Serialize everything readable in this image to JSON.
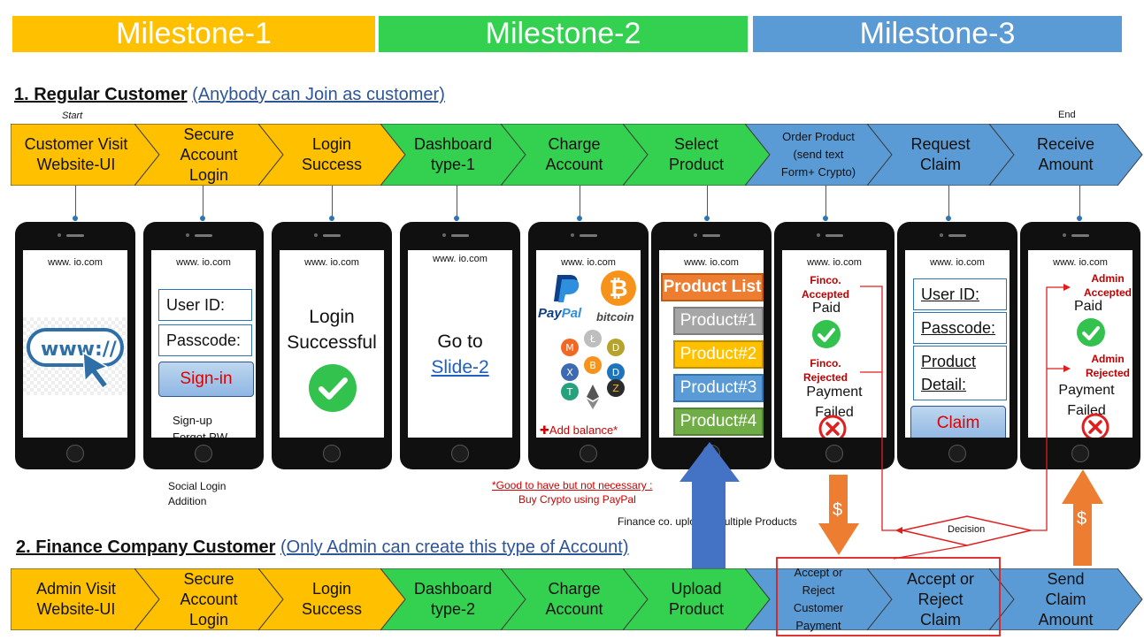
{
  "milestones": {
    "m1": {
      "label": "Milestone-1",
      "color": "#FFC000"
    },
    "m2": {
      "label": "Milestone-2",
      "color": "#33D14F"
    },
    "m3": {
      "label": "Milestone-3",
      "color": "#5B9BD5"
    }
  },
  "section1": {
    "title": "1. Regular Customer",
    "subtitle": "(Anybody can Join as customer)"
  },
  "section2": {
    "title": "2. Finance Company Customer",
    "subtitle": "(Only Admin can create this type of Account)"
  },
  "labels": {
    "start": "Start",
    "end": "End"
  },
  "row1": [
    "Customer  Visit\nWebsite-UI",
    "Secure\nAccount\nLogin",
    "Login\nSuccess",
    "Dashboard\ntype-1",
    "Charge\nAccount",
    "Select\nProduct",
    "Order Product\n(send text\nForm+  Crypto)",
    "Request\nClaim",
    "Receive\nAmount"
  ],
  "row2": [
    "Admin Visit\nWebsite-UI",
    "Secure\nAccount\nLogin",
    "Login\nSuccess",
    "Dashboard\ntype-2",
    "Charge\nAccount",
    "Upload\nProduct",
    "Accept or\nReject\nCustomer\nPayment",
    "Accept or\nReject\nClaim",
    "Send\nClaim\nAmount"
  ],
  "phones": {
    "url": "www.  io.com",
    "p2": {
      "user": "User ID:",
      "pass": "Passcode:",
      "signin": "Sign-in",
      "signup": "Sign-up",
      "forgot": "Forgot PW"
    },
    "p3": {
      "line1": "Login",
      "line2": "Successful"
    },
    "p4": {
      "line1": "Go to",
      "link": "Slide-2"
    },
    "p5": {
      "paypal1": "Pay",
      "paypal2": "Pal",
      "bitcoin": "bitcoin",
      "add": "Add balance*"
    },
    "p6": {
      "header": "Product List",
      "items": [
        "Product#1",
        "Product#2",
        "Product#3",
        "Product#4"
      ]
    },
    "p7": {
      "accepted": "Finco.\nAccepted",
      "paid": "Paid",
      "rejected": "Finco.\nRejected",
      "failed": "Payment\nFailed"
    },
    "p8": {
      "user": "User ID:",
      "pass": "Passcode:",
      "detail1": "Product",
      "detail2": "Detail:",
      "claim": "Claim"
    },
    "p9": {
      "accepted": "Admin\nAccepted",
      "paid": "Paid",
      "rejected": "Admin\nRejected",
      "failed": "Payment\nFailed"
    }
  },
  "notes": {
    "social": "Social Login\nAddition",
    "crypto": "*Good to have but not necessary :",
    "crypto2": "Buy Crypto using PayPal",
    "finance": "Finance co. uploads multiple Products",
    "decision": "Decision",
    "dollar": "$"
  },
  "colors": {
    "yellow": "#FFC000",
    "green": "#33D14F",
    "blue": "#5B9BD5",
    "red": "#C00000",
    "orange": "#ED7D31"
  }
}
